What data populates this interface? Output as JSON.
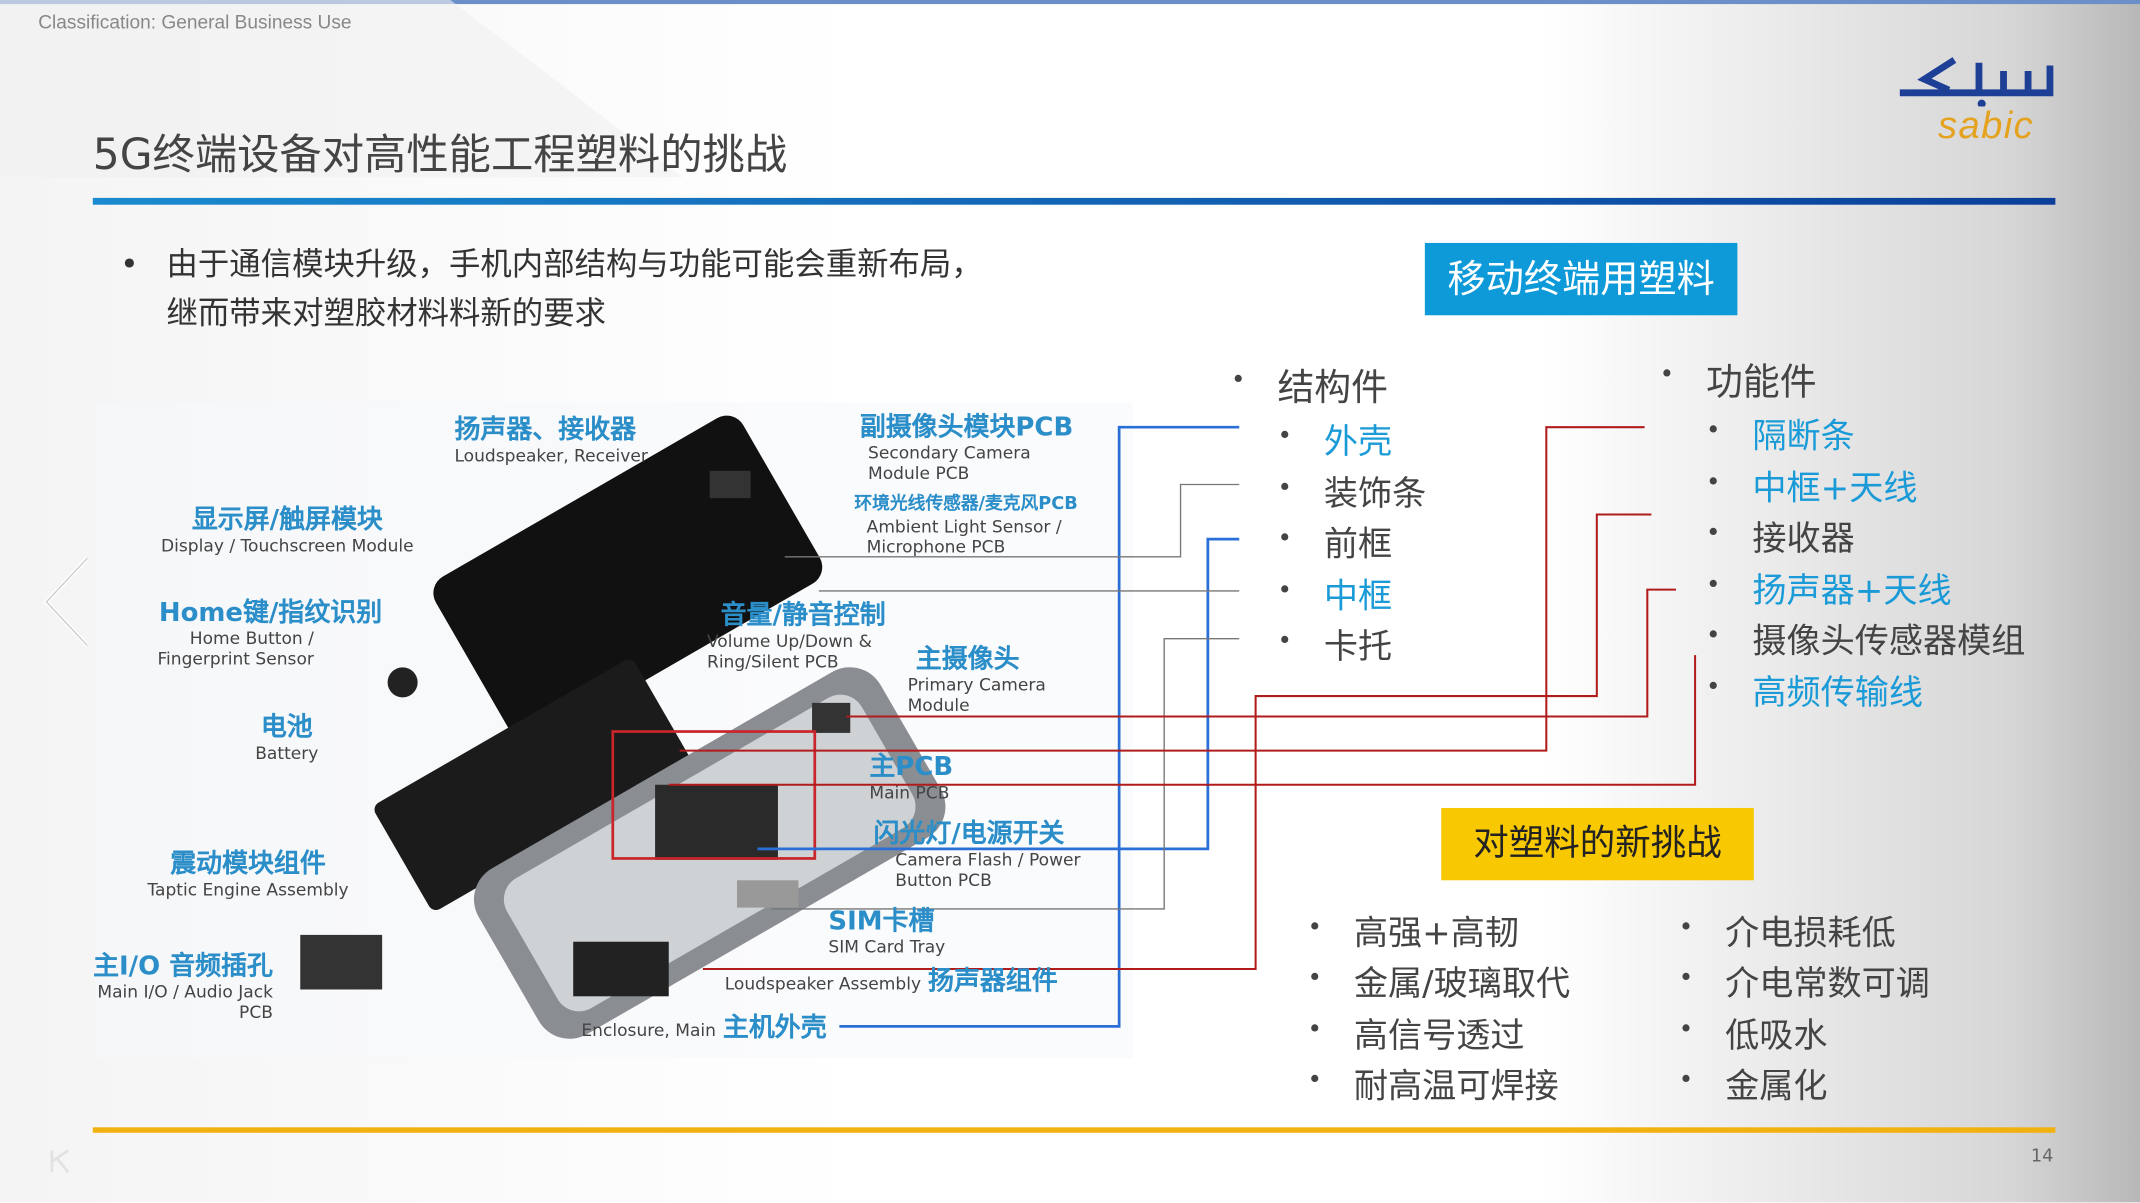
{
  "header": {
    "classification": "Classification: General Business Use",
    "title": "5G终端设备对高性能工程塑料的挑战",
    "logo_text": "sabic",
    "logo_arabic": "سابك",
    "page_number": "14"
  },
  "intro": {
    "bullet": "•",
    "lines": [
      "由于通信模块升级，手机内部结构与功能可能会重新布局，",
      "继而带来对塑胶材料料新的要求"
    ]
  },
  "mobile_plastics": {
    "label": "移动终端用塑料"
  },
  "structural": {
    "heading": "结构件",
    "items": [
      {
        "label": "外壳",
        "highlight": true
      },
      {
        "label": "装饰条",
        "highlight": false
      },
      {
        "label": "前框",
        "highlight": false
      },
      {
        "label": "中框",
        "highlight": true
      },
      {
        "label": "卡托",
        "highlight": false
      }
    ]
  },
  "functional": {
    "heading": "功能件",
    "items": [
      {
        "label": "隔断条",
        "highlight": true
      },
      {
        "label": "中框+天线",
        "highlight": true
      },
      {
        "label": "接收器",
        "highlight": false
      },
      {
        "label": "扬声器+天线",
        "highlight": true
      },
      {
        "label": "摄像头传感器模组",
        "highlight": false
      },
      {
        "label": "高频传输线",
        "highlight": true
      }
    ]
  },
  "challenges": {
    "label": "对塑料的新挑战",
    "left": [
      "高强+高韧",
      "金属/玻璃取代",
      "高信号透过",
      "耐高温可焊接"
    ],
    "right": [
      "介电损耗低",
      "介电常数可调",
      "低吸水",
      "金属化"
    ]
  },
  "diagram": {
    "labels": {
      "speaker": {
        "cn": "扬声器、接收器",
        "en": "Loudspeaker, Receiver"
      },
      "sec_cam": {
        "cn": "副摄像头模块PCB",
        "en1": "Secondary Camera",
        "en2": "Module PCB"
      },
      "ambient": {
        "cn": "环境光线传感器/麦克风PCB",
        "en1": "Ambient Light Sensor /",
        "en2": "Microphone PCB"
      },
      "display": {
        "cn": "显示屏/触屏模块",
        "en": "Display / Touchscreen Module"
      },
      "home": {
        "cn": "Home键/指纹识别",
        "en1": "Home Button /",
        "en2": "Fingerprint Sensor"
      },
      "volume": {
        "cn": "音量/静音控制",
        "en1": "Volume Up/Down &",
        "en2": "Ring/Silent PCB"
      },
      "primary_cam": {
        "cn": "主摄像头",
        "en1": "Primary Camera",
        "en2": "Module"
      },
      "battery": {
        "cn": "电池",
        "en": "Battery"
      },
      "main_pcb": {
        "cn": "主PCB",
        "en": "Main PCB"
      },
      "flash": {
        "cn": "闪光灯/电源开关",
        "en1": "Camera Flash / Power",
        "en2": "Button PCB"
      },
      "taptic": {
        "cn": "震动模块组件",
        "en": "Taptic Engine Assembly"
      },
      "sim": {
        "cn": "SIM卡槽",
        "en": "SIM Card Tray"
      },
      "io": {
        "cn": "主I/O 音频插孔",
        "en1": "Main I/O / Audio Jack",
        "en2": "PCB"
      },
      "loudspeaker": {
        "cn": "扬声器组件",
        "en": "Loudspeaker Assembly"
      },
      "enclosure": {
        "cn": "主机外壳",
        "en": "Enclosure, Main"
      }
    }
  },
  "colors": {
    "accent_blue": "#0e9ad8",
    "highlight": "#1a9bd7",
    "gold": "#f8c800",
    "line_red": "#b01c1c",
    "line_blue": "#2a6fd8"
  }
}
